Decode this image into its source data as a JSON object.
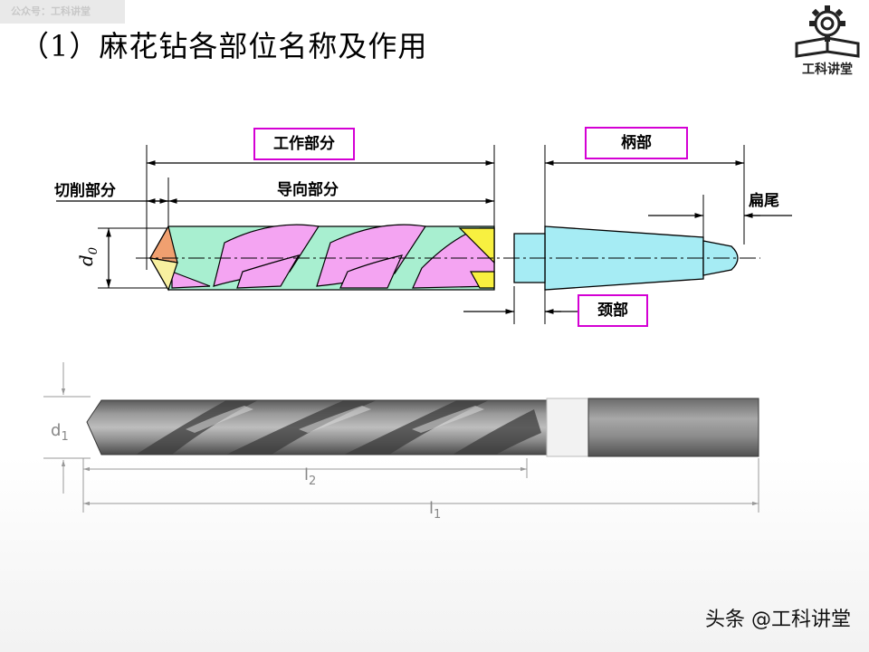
{
  "watermark": "公众号：工科讲堂",
  "title": "（1）麻花钻各部位名称及作用",
  "logo_text": "工科讲堂",
  "labels": {
    "working_part": "工作部分",
    "cutting_part": "切削部分",
    "guide_part": "导向部分",
    "shank": "柄部",
    "tang": "扁尾",
    "neck": "颈部",
    "d0": "d",
    "d0_sub": "0"
  },
  "dims": {
    "d1": "d",
    "d1_sub": "1",
    "l2": "l",
    "l2_sub": "2",
    "l1": "l",
    "l1_sub": "1"
  },
  "footer": "头条 @工科讲堂",
  "colors": {
    "box_border": "#d400d4",
    "flute_pink": "#f4a4f2",
    "land_green": "#a8efd0",
    "shank_cyan": "#a6ecf4",
    "cutting_orange": "#f0a070",
    "lip_yellow": "#f8f040"
  }
}
